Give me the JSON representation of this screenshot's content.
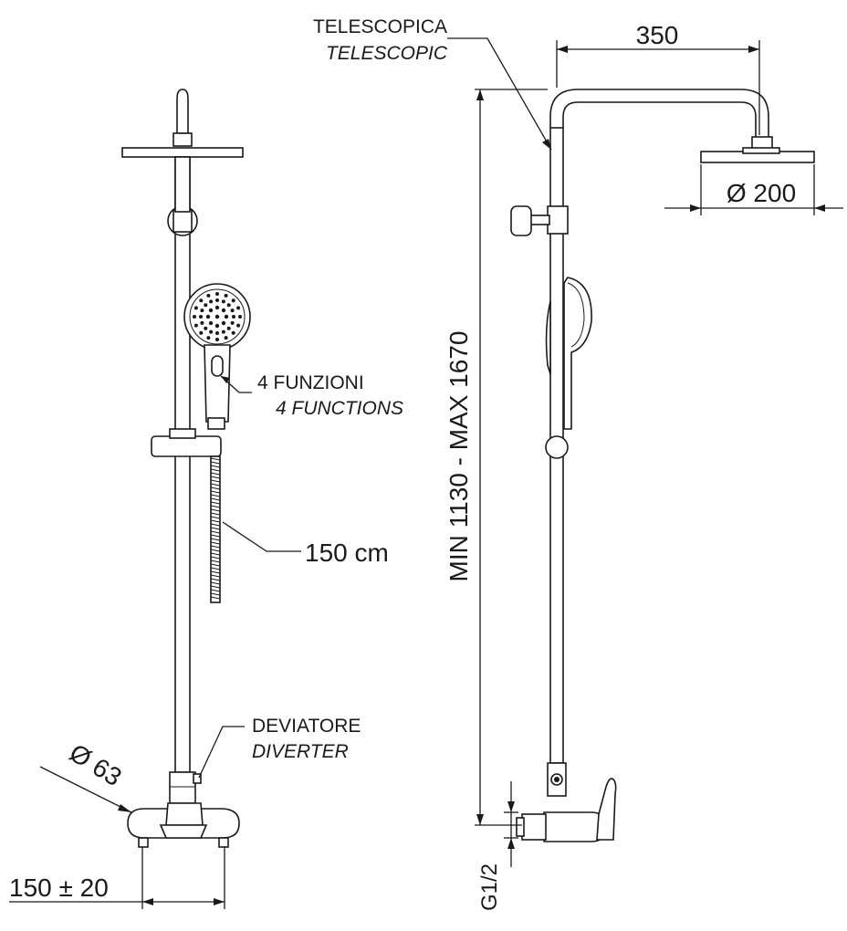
{
  "labels": {
    "telescopica_it": "TELESCOPICA",
    "telescopica_en": "TELESCOPIC",
    "width": "350",
    "head_diameter": "Ø 200",
    "height": "MIN  1130   -   MAX 1670",
    "funzioni_it": "4 FUNZIONI",
    "funzioni_en": "4 FUNCTIONS",
    "hose": "150 cm",
    "deviatore_it": "DEVIATORE",
    "deviatore_en": "DIVERTER",
    "mixer_diameter": "Ø 63",
    "spacing": "150 ± 20",
    "thread": "G1/2"
  }
}
